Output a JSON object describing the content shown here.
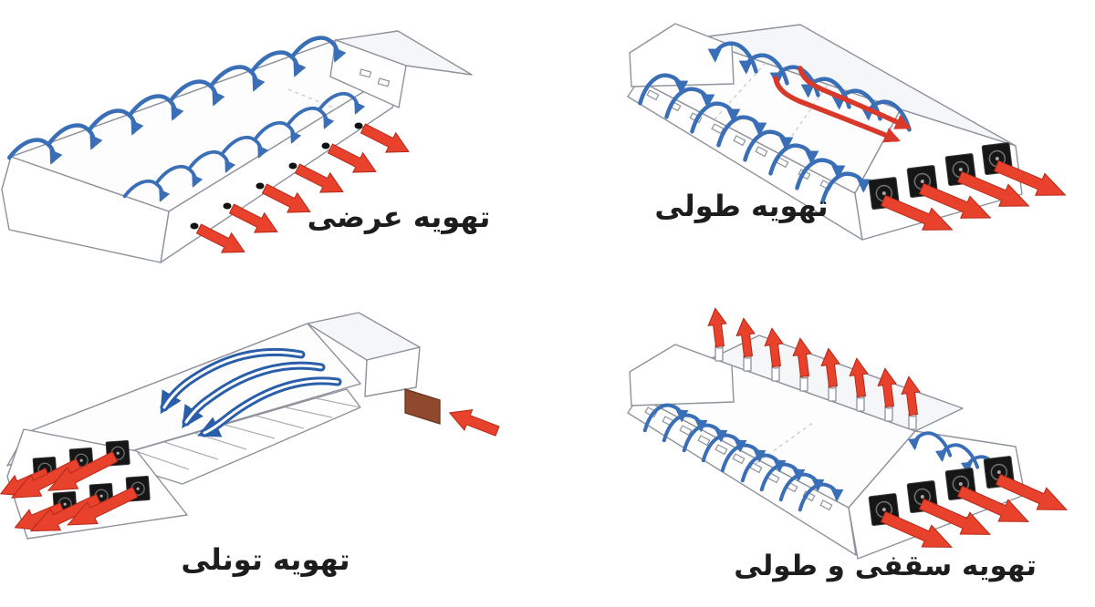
{
  "page": {
    "background": "#ffffff",
    "language": "fa",
    "direction": "rtl"
  },
  "colors": {
    "inflow_arrow_blue": "#3a6fb7",
    "tunnel_arrow_blue": "#2a5ea8",
    "outflow_arrow_red": "#e8412c",
    "building_line_gray": "#8d929b",
    "cooling_pad_brown": "#8f4a2d",
    "fan_box_black": "#161616",
    "label_text": "#1d1d1d"
  },
  "diagrams": [
    {
      "id": "cross-ventilation",
      "position": "top-left",
      "label": "تهویه عرضی",
      "side_exhaust_fan_count": 6
    },
    {
      "id": "longitudinal-ventilation",
      "position": "top-right",
      "label": "تهویه طولی",
      "end_exhaust_fan_count": 4
    },
    {
      "id": "tunnel-ventilation",
      "position": "bottom-left",
      "label": "تهویه تونلی",
      "end_exhaust_fan_count": 6
    },
    {
      "id": "roof-and-longitudinal-ventilation",
      "position": "bottom-right",
      "label": "تهویه سقفی و طولی",
      "roof_chimney_count": 8,
      "end_exhaust_fan_count": 4
    }
  ]
}
